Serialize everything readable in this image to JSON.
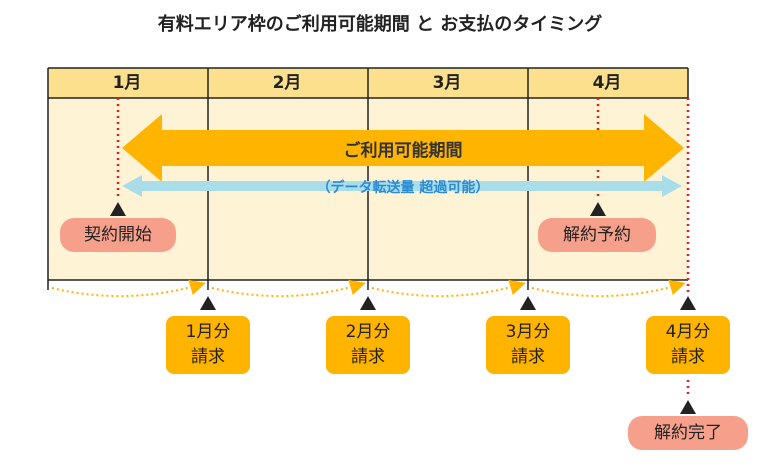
{
  "title": "有料エリア枠のご利用可能期間 と お支払のタイミング",
  "months": [
    "1月",
    "2月",
    "3月",
    "4月"
  ],
  "usage_period": "ご利用可能期間",
  "transfer_note": "（データ転送量 超過可能）",
  "events": {
    "contract_start": "契約開始",
    "cancel_reserve": "解約予約",
    "cancel_complete": "解約完了"
  },
  "billing": [
    {
      "month": "1月分",
      "label": "請求"
    },
    {
      "month": "2月分",
      "label": "請求"
    },
    {
      "month": "3月分",
      "label": "請求"
    },
    {
      "month": "4月分",
      "label": "請求"
    }
  ],
  "colors": {
    "header": "#fde08e",
    "body": "#fff3d6",
    "orange": "#ffb400",
    "blue": "#a8dde9",
    "red_dot": "#e02020",
    "pill": "#f6a08c"
  }
}
